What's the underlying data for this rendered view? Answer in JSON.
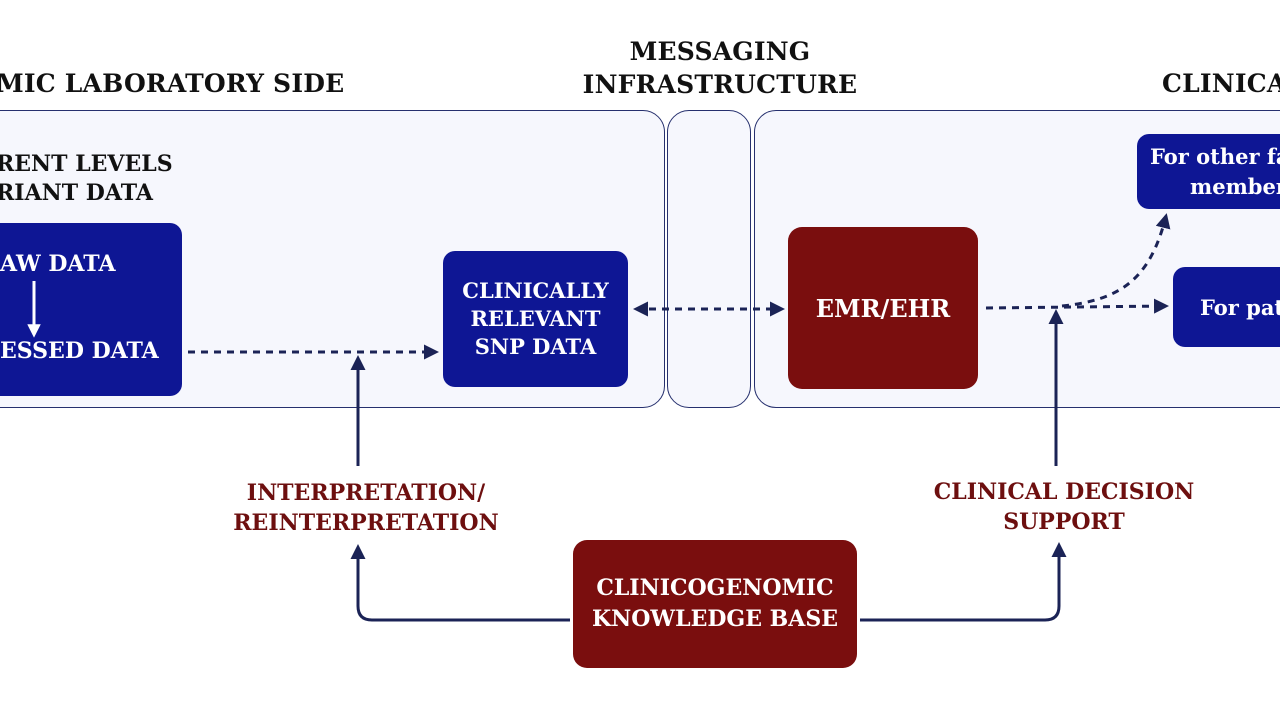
{
  "headings": {
    "lab_side": "MIC LABORATORY SIDE",
    "messaging_line1": "MESSAGING",
    "messaging_line2": "INFRASTRUCTURE",
    "clinical": "CLINICA"
  },
  "lab_panel": {
    "levels_line1": "RENT LEVELS",
    "levels_line2": "RIANT DATA"
  },
  "raw_box": {
    "line1": "AW DATA",
    "line2": "ESSED DATA"
  },
  "snp_box": {
    "line1": "CLINICALLY",
    "line2": "RELEVANT",
    "line3": "SNP DATA"
  },
  "emr_box": {
    "label": "EMR/EHR"
  },
  "family_box": {
    "line1": "For other fa",
    "line2": "member"
  },
  "patient_box": {
    "label": "For pat"
  },
  "interpretation": {
    "line1": "INTERPRETATION/",
    "line2": "REINTERPRETATION"
  },
  "decision_support": {
    "line1": "CLINICAL DECISION",
    "line2": "SUPPORT"
  },
  "knowledge_base": {
    "line1": "CLINICOGENOMIC",
    "line2": "KNOWLEDGE BASE"
  },
  "colors": {
    "blue_box": "#0e1694",
    "red_box": "#7a0e0e",
    "arrow": "#1b2356",
    "panel_border": "#26306e",
    "label_red": "#6d0f0f"
  }
}
